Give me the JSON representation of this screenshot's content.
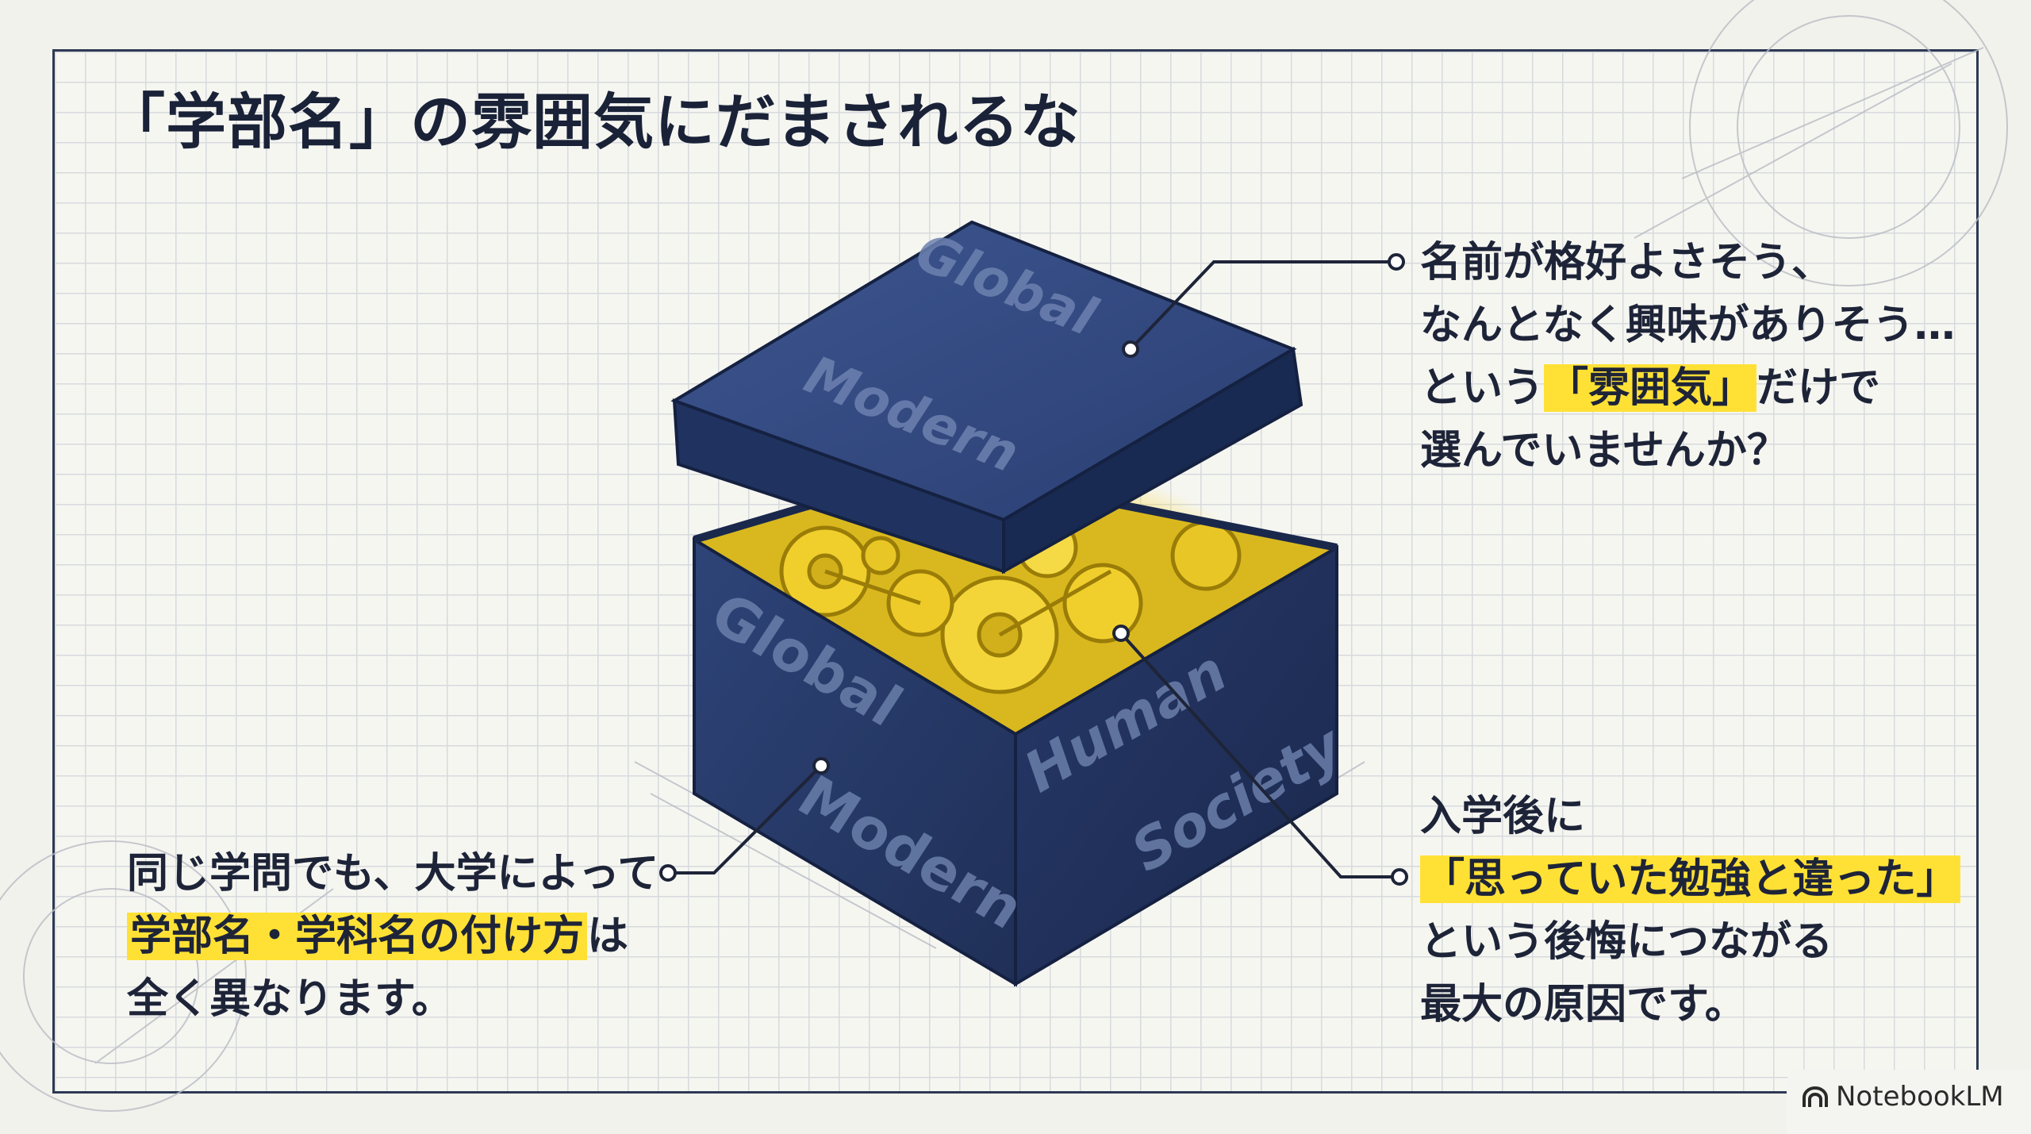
{
  "title": "「学部名」の雰囲気にだまされるな",
  "box": {
    "lid_words": [
      "Global",
      "Modern"
    ],
    "front_words": [
      "Global",
      "Modern"
    ],
    "side_words": [
      "Human",
      "Society"
    ]
  },
  "callouts": {
    "top_right": {
      "line1": "名前が格好よさそう、",
      "line2": "なんとなく興味がありそう…",
      "line3_pre": "という",
      "line3_hl": "「雰囲気」",
      "line3_post": "だけで",
      "line4": "選んでいませんか？"
    },
    "bottom_left": {
      "line1": "同じ学問でも、大学によって",
      "line2_hl": "学部名・学科名の付け方",
      "line2_post": "は",
      "line3": "全く異なります。"
    },
    "bottom_right": {
      "line1": "入学後に",
      "line2_hl": "「思っていた勉強と違った」",
      "line3": "という後悔につながる",
      "line4": "最大の原因です。"
    }
  },
  "footer": {
    "brand": "NotebookLM"
  },
  "colors": {
    "navy": "#2a3d6b",
    "highlight": "#ffe135",
    "gold": "#f2d32a",
    "ink": "#1e2438"
  }
}
